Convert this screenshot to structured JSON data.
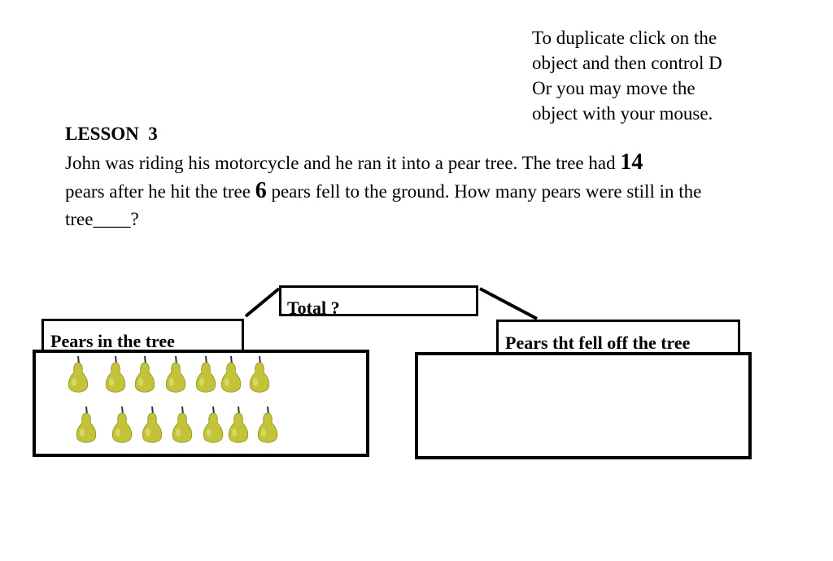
{
  "instructions": {
    "lines": [
      "To duplicate click on the",
      "object and then control D",
      "Or you may move the",
      "object with your mouse."
    ]
  },
  "lesson": {
    "title": "LESSON  3",
    "problem_part1": "John was riding his motorcycle and he ran it into a pear tree.  The tree had ",
    "number_total": "14",
    "problem_part2": " pears after he hit the tree ",
    "number_fell": "6",
    "problem_part3": " pears fell to the ground.  How many pears were still in the tree____?"
  },
  "diagram": {
    "total_label": "Total ? ____",
    "left_label": "Pears in the tree",
    "right_label": "Pears tht fell off the tree",
    "pear_count": 14
  },
  "colors": {
    "pear_fill": "#c3c33a",
    "pear_stem": "#333333",
    "border": "#000000"
  },
  "icons": {
    "pear": "pear-icon"
  }
}
